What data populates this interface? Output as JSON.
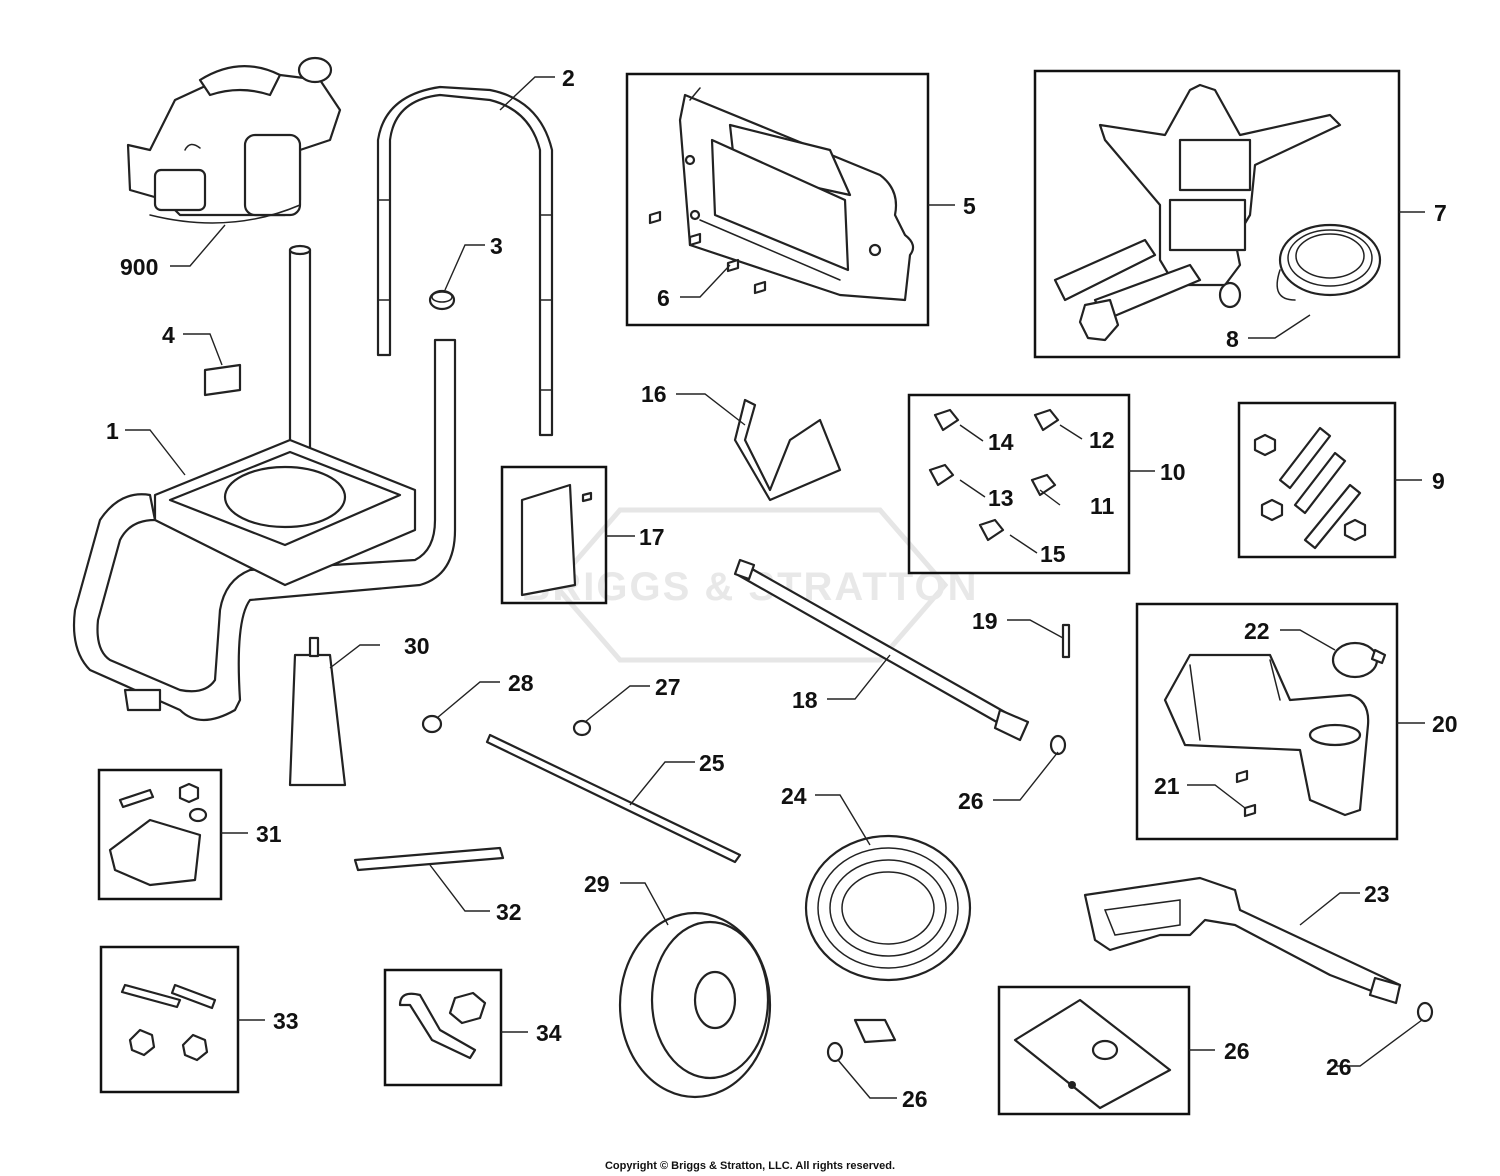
{
  "watermark": {
    "text": "BRIGGS & STRATTON"
  },
  "labels": {
    "l900": "900",
    "l1": "1",
    "l2": "2",
    "l3": "3",
    "l4": "4",
    "l5": "5",
    "l6": "6",
    "l7": "7",
    "l8": "8",
    "l9": "9",
    "l10": "10",
    "l11": "11",
    "l12": "12",
    "l13": "13",
    "l14": "14",
    "l15": "15",
    "l16": "16",
    "l17": "17",
    "l18": "18",
    "l19": "19",
    "l20": "20",
    "l21": "21",
    "l22": "22",
    "l23": "23",
    "l24": "24",
    "l25": "25",
    "l26a": "26",
    "l26b": "26",
    "l26c": "26",
    "l26d": "26",
    "l27": "27",
    "l28": "28",
    "l29": "29",
    "l30": "30",
    "l31": "31",
    "l32": "32",
    "l33": "33",
    "l34": "34"
  },
  "footer": {
    "copyright": "Copyright © Briggs & Stratton, LLC. All rights reserved."
  }
}
